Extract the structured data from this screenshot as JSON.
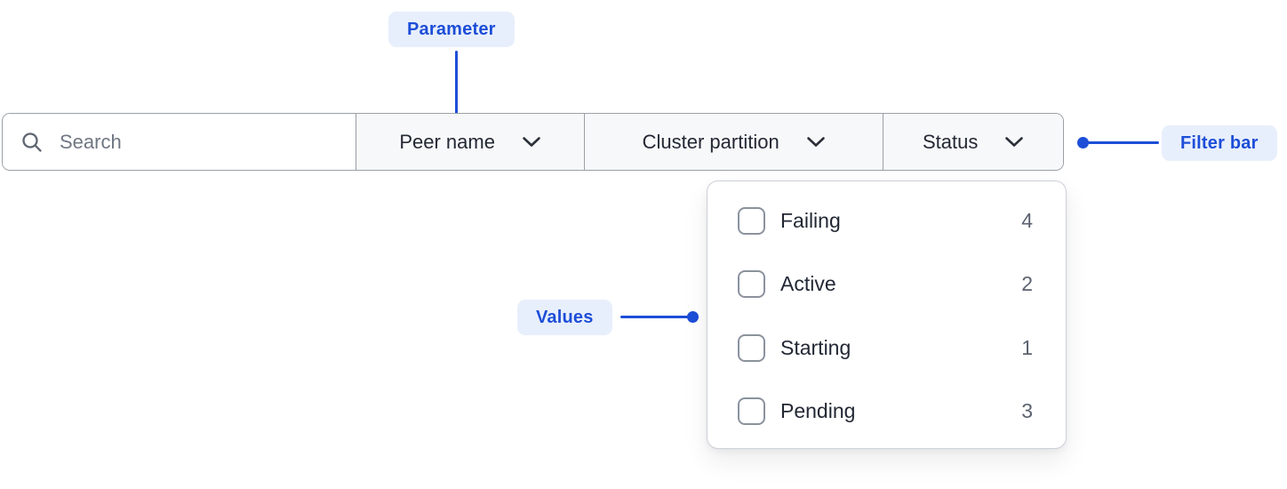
{
  "annotations": {
    "parameter": "Parameter",
    "filter_bar": "Filter bar",
    "values": "Values"
  },
  "filter_bar": {
    "search_placeholder": "Search",
    "dropdowns": [
      {
        "label": "Peer name"
      },
      {
        "label": "Cluster partition"
      },
      {
        "label": "Status"
      }
    ]
  },
  "status_dropdown": {
    "items": [
      {
        "label": "Failing",
        "count": "4",
        "checked": false
      },
      {
        "label": "Active",
        "count": "2",
        "checked": false
      },
      {
        "label": "Starting",
        "count": "1",
        "checked": false
      },
      {
        "label": "Pending",
        "count": "3",
        "checked": false
      }
    ]
  },
  "colors": {
    "accent_blue": "#1d4ed8",
    "annotation_pill_bg": "#e8effc",
    "bar_border": "#9aa0a6",
    "panel_border": "#ccd0d8",
    "segment_bg": "#f7f8f9",
    "text_dark": "#222834",
    "text_muted": "#5c6370"
  }
}
